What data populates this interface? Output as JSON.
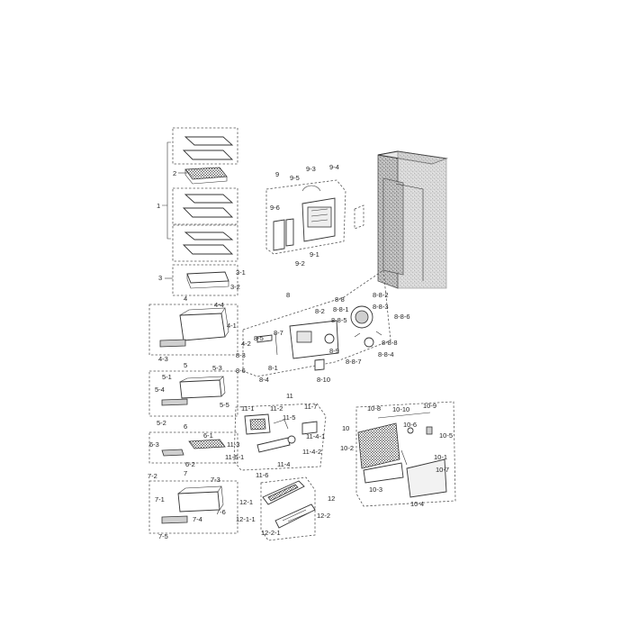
{
  "diagram": {
    "labels": {
      "l1": "1",
      "l2": "2",
      "l3": "3",
      "l3_1": "3-1",
      "l3_2": "3-2",
      "l4": "4",
      "l4_1": "4-1",
      "l4_2": "4-2",
      "l4_3": "4-3",
      "l4_4": "4-4",
      "l5": "5",
      "l5_1": "5-1",
      "l5_2": "5-2",
      "l5_3": "5-3",
      "l5_4": "5-4",
      "l5_5": "5-5",
      "l6": "6",
      "l6_1": "6-1",
      "l6_2": "6-2",
      "l6_3": "6-3",
      "l7": "7",
      "l7_1": "7-1",
      "l7_2": "7-2",
      "l7_3": "7-3",
      "l7_4": "7-4",
      "l7_5": "7-5",
      "l7_6": "7-6",
      "l8": "8",
      "l8_1": "8-1",
      "l8_2": "8-2",
      "l8_3": "8-3",
      "l8_4": "8-4",
      "l8_5": "8-5",
      "l8_6": "8-6",
      "l8_7": "8-7",
      "l8_8": "8-8",
      "l8_9": "8-9",
      "l8_10": "8-10",
      "l8_8_1": "8-8-1",
      "l8_8_2": "8-8-2",
      "l8_8_3": "8-8-3",
      "l8_8_4": "8-8-4",
      "l8_8_5": "8-8-5",
      "l8_8_6": "8-8-6",
      "l8_8_7": "8-8-7",
      "l8_8_8": "8-8-8",
      "l9": "9",
      "l9_1": "9-1",
      "l9_2": "9-2",
      "l9_3": "9-3",
      "l9_4": "9-4",
      "l9_5": "9-5",
      "l9_6": "9-6",
      "l10": "10",
      "l10_1": "10-1",
      "l10_2": "10-2",
      "l10_3": "10-3",
      "l10_4": "10-4",
      "l10_5": "10-5",
      "l10_6": "10-6",
      "l10_7": "10-7",
      "l10_8": "10-8",
      "l10_9": "10-9",
      "l10_10": "10-10",
      "l11": "11",
      "l11_1": "11-1",
      "l11_2": "11-2",
      "l11_3": "11-3",
      "l11_4": "11-4",
      "l11_5": "11-5",
      "l11_6": "11-6",
      "l11_7": "11-7",
      "l11_4_1": "11-4-1",
      "l11_4_2": "11-4-2",
      "l11_6_1": "11-6-1",
      "l12": "12",
      "l12_1": "12-1",
      "l12_2": "12-2",
      "l12_1_1": "12-1-1",
      "l12_2_1": "12-2-1"
    }
  }
}
